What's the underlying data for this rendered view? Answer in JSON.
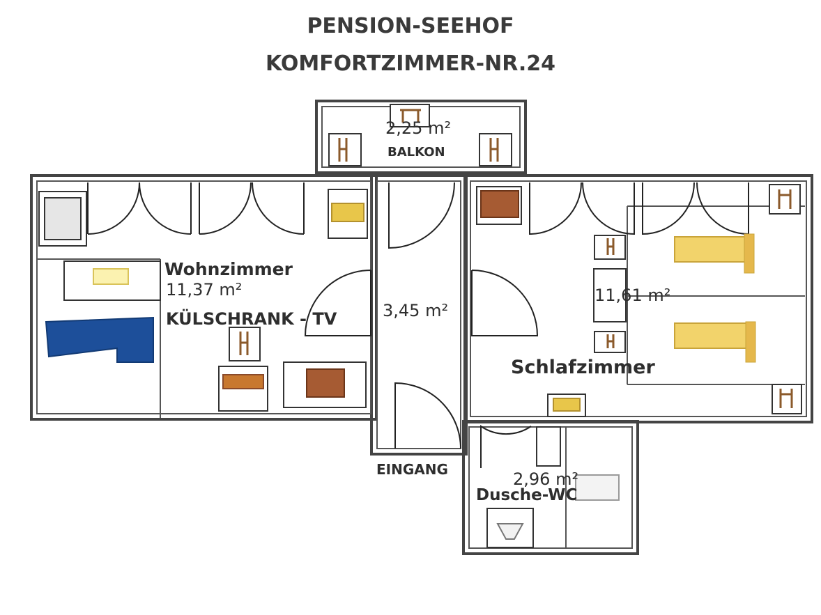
{
  "header": {
    "line1": "PENSION-SEEHOF",
    "line2": "KOMFORTZIMMER-NR.24"
  },
  "rooms": {
    "balkon": {
      "area": "2,25 m²",
      "name": "BALKON"
    },
    "wohnzimmer": {
      "name": "Wohnzimmer",
      "area": "11,37 m²",
      "note": "KÜLSCHRANK - TV"
    },
    "flur": {
      "area": "3,45 m²",
      "entrance": "EINGANG"
    },
    "schlafzimmer": {
      "name": "Schlafzimmer",
      "area": "11,61 m²"
    },
    "bad": {
      "area": "2,96 m²",
      "name": "Dusche-WC"
    }
  },
  "colors": {
    "wall": "#444444",
    "sofa": "#1d4f9a",
    "bed": "#f2d36b",
    "dresser": "#8a4a2a",
    "chair": "#8b5a2b",
    "yellow_cabinet": "#e8c64a"
  }
}
